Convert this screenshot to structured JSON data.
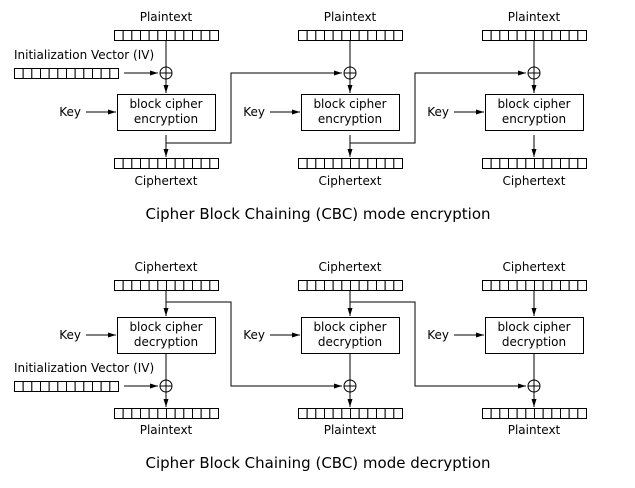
{
  "encryption": {
    "caption": "Cipher Block Chaining (CBC) mode encryption",
    "iv_label": "Initialization Vector (IV)",
    "stages": [
      {
        "input_label": "Plaintext",
        "key_label": "Key",
        "cipher_line1": "block cipher",
        "cipher_line2": "encryption",
        "output_label": "Ciphertext"
      },
      {
        "input_label": "Plaintext",
        "key_label": "Key",
        "cipher_line1": "block cipher",
        "cipher_line2": "encryption",
        "output_label": "Ciphertext"
      },
      {
        "input_label": "Plaintext",
        "key_label": "Key",
        "cipher_line1": "block cipher",
        "cipher_line2": "encryption",
        "output_label": "Ciphertext"
      }
    ]
  },
  "decryption": {
    "caption": "Cipher Block Chaining (CBC) mode decryption",
    "iv_label": "Initialization Vector (IV)",
    "stages": [
      {
        "input_label": "Ciphertext",
        "key_label": "Key",
        "cipher_line1": "block cipher",
        "cipher_line2": "decryption",
        "output_label": "Plaintext"
      },
      {
        "input_label": "Ciphertext",
        "key_label": "Key",
        "cipher_line1": "block cipher",
        "cipher_line2": "decryption",
        "output_label": "Plaintext"
      },
      {
        "input_label": "Ciphertext",
        "key_label": "Key",
        "cipher_line1": "block cipher",
        "cipher_line2": "decryption",
        "output_label": "Plaintext"
      }
    ]
  },
  "block_cells": 12
}
